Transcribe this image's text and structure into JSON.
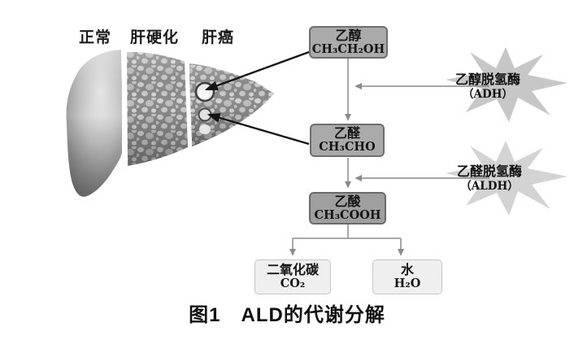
{
  "figure": {
    "caption": "图1　ALD的代谢分解"
  },
  "liver": {
    "labels": [
      {
        "text": "正常"
      },
      {
        "text": "肝硬化"
      },
      {
        "text": "肝癌"
      }
    ]
  },
  "flow": {
    "nodes": [
      {
        "name": "乙醇",
        "formula": "CH₃CH₂OH"
      },
      {
        "name": "乙醛",
        "formula": "CH₃CHO"
      },
      {
        "name": "乙酸",
        "formula": "CH₃COOH"
      },
      {
        "name": "二氧化碳",
        "formula": "CO₂"
      },
      {
        "name": "水",
        "formula": "H₂O"
      }
    ],
    "enzymes": [
      {
        "name": "乙醇脱氢酶",
        "abbr": "（ADH）"
      },
      {
        "name": "乙醛脱氢酶",
        "abbr": "（ALDH）"
      }
    ]
  },
  "colors": {
    "background": "#ffffff",
    "metabolite_box_fill": "#aaaaaa",
    "metabolite_box_border": "#6e6e6e",
    "product_box_fill": "#efefef",
    "starburst_fill": "#cbcbcb",
    "flow_arrow": "#8a8a8a",
    "pointer_arrow": "#141414",
    "text": "#151515"
  }
}
